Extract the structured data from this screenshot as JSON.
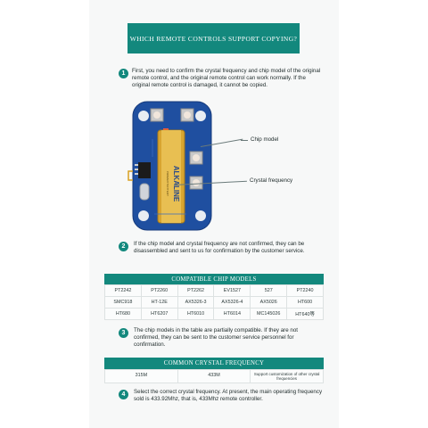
{
  "title": "Which remote controls support copying?",
  "steps": [
    {
      "num": "1",
      "text": "First, you need to confirm the crystal frequency and chip model of the original remote control, and the original remote control can work normally. If the original remote control is damaged, it cannot be copied."
    },
    {
      "num": "2",
      "text": "If the chip model and crystal frequency are not confirmed, they can be disassembled and sent to us for confirmation by the customer service."
    },
    {
      "num": "3",
      "text": "The chip models in the table are partially compatible. If they are not confirmed, they can be sent to the customer service personnel for confirmation."
    },
    {
      "num": "4",
      "text": "Select the correct crystal frequency. At present, the main operating frequency sold is 433.92Mhz, that is, 433Mhz remote controller."
    }
  ],
  "callouts": {
    "chip_model": "Chip model",
    "crystal_frequency": "Crystal frequency"
  },
  "battery": {
    "brand": "ALKALINE",
    "sub": "PRIMARY BATTERY"
  },
  "chip_models": {
    "header": "Compatible chip models",
    "rows": [
      [
        "PT2242",
        "PT2260",
        "PT2262",
        "EV1527",
        "527",
        "PT2240"
      ],
      [
        "SMC918",
        "HT-12E",
        "AX5326-3",
        "AX5326-4",
        "AX5026",
        "HT600"
      ],
      [
        "HT680",
        "HT6207",
        "HT6010",
        "HT6014",
        "MC145026",
        "HT640等"
      ]
    ]
  },
  "crystal_frequency": {
    "header": "Common crystal frequency",
    "values": [
      "315M",
      "433M"
    ],
    "note": "Support customization of other crystal frequencies"
  },
  "colors": {
    "accent": "#13887d",
    "pcb": "#1f4fa0",
    "battery": "#d8a530"
  }
}
